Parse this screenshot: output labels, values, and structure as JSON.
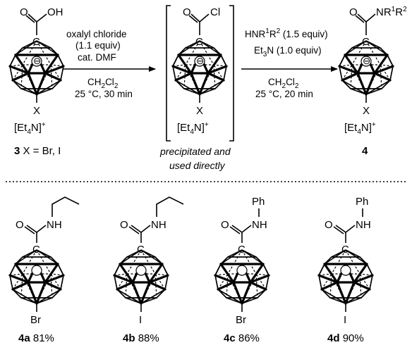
{
  "scheme": {
    "start": {
      "acid_O": "O",
      "acid_OH": "OH",
      "cage_C": "C",
      "charge": "⊖",
      "substituent": "X",
      "counterion": "[Et4N]+",
      "counterion_parts": {
        "open": "[Et",
        "sub": "4",
        "mid": "N]",
        "sup": "+"
      },
      "compound_number": "3",
      "compound_desc": "X = Br, I"
    },
    "step1": {
      "line1": "oxalyl chloride",
      "line2": "(1.1 equiv)",
      "line3": "cat. DMF",
      "solvent_main": "CH",
      "solvent_sub": "2",
      "solvent_rest": "Cl",
      "solvent_sub2": "2",
      "line5": "25 °C, 30 min"
    },
    "intermediate": {
      "carbonyl_O": "O",
      "chloride": "Cl",
      "cage_C": "C",
      "charge": "⊖",
      "substituent": "X",
      "counterion_parts": {
        "open": "[Et",
        "sub": "4",
        "mid": "N]",
        "sup": "+"
      },
      "note_line1": "precipitated and",
      "note_line2": "used directly"
    },
    "step2": {
      "amine_pre": "HNR",
      "amine_sup1": "1",
      "amine_mid": "R",
      "amine_sup2": "2",
      "amine_post": " (1.5 equiv)",
      "base_pre": "Et",
      "base_sub": "3",
      "base_post": "N (1.0 equiv)",
      "solvent_main": "CH",
      "solvent_sub": "2",
      "solvent_rest": "Cl",
      "solvent_sub2": "2",
      "line4": "25 °C, 20 min"
    },
    "product": {
      "carbonyl_O": "O",
      "amide_pre": "NR",
      "amide_sup1": "1",
      "amide_mid": "R",
      "amide_sup2": "2",
      "cage_C": "C",
      "charge": "⊖",
      "substituent": "X",
      "counterion_parts": {
        "open": "[Et",
        "sub": "4",
        "mid": "N]",
        "sup": "+"
      },
      "compound_number": "4"
    }
  },
  "examples": [
    {
      "id": "4a",
      "yield": "81%",
      "halogen": "Br",
      "amine_group": "NH",
      "carbonyl_O": "O",
      "cage_C": "C",
      "n_substituent": "propyl"
    },
    {
      "id": "4b",
      "yield": "88%",
      "halogen": "I",
      "amine_group": "NH",
      "carbonyl_O": "O",
      "cage_C": "C",
      "n_substituent": "propyl"
    },
    {
      "id": "4c",
      "yield": "86%",
      "halogen": "Br",
      "amine_group": "NH",
      "carbonyl_O": "O",
      "cage_C": "C",
      "n_substituent": "Ph"
    },
    {
      "id": "4d",
      "yield": "90%",
      "halogen": "I",
      "amine_group": "NH",
      "carbonyl_O": "O",
      "cage_C": "C",
      "n_substituent": "Ph"
    }
  ]
}
